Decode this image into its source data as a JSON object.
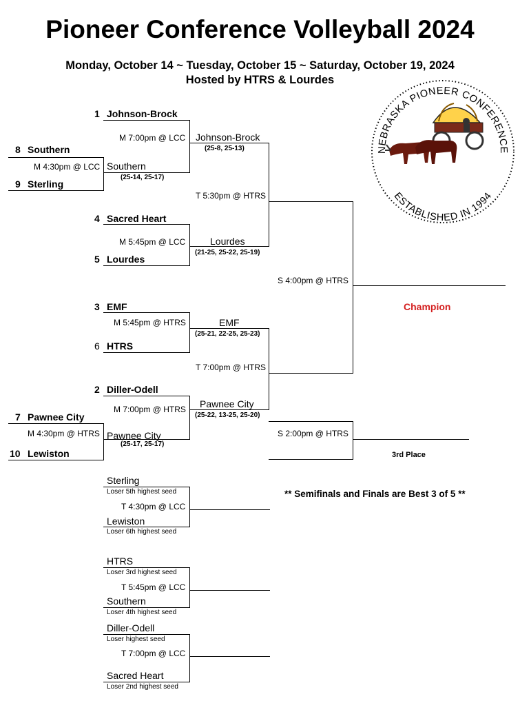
{
  "header": {
    "title": "Pioneer Conference Volleyball 2024",
    "dates": "Monday, October 14 ~ Tuesday, October 15 ~ Saturday, October 19, 2024",
    "hosted": "Hosted by HTRS & Lourdes"
  },
  "logo": {
    "top_text": "NEBRASKA PIONEER CONFERENCE",
    "bottom_text": "ESTABLISHED IN 1994"
  },
  "seeds": {
    "s1": {
      "num": "1",
      "name": "Johnson-Brock"
    },
    "s8": {
      "num": "8",
      "name": "Southern"
    },
    "s9": {
      "num": "9",
      "name": "Sterling"
    },
    "s4": {
      "num": "4",
      "name": "Sacred Heart"
    },
    "s5": {
      "num": "5",
      "name": "Lourdes"
    },
    "s3": {
      "num": "3",
      "name": "EMF"
    },
    "s6": {
      "num": "6",
      "name": "HTRS"
    },
    "s2": {
      "num": "2",
      "name": "Diller-Odell"
    },
    "s7": {
      "num": "7",
      "name": "Pawnee City"
    },
    "s10": {
      "num": "10",
      "name": "Lewiston"
    }
  },
  "games": {
    "g_8_9": "M 4:30pm @ LCC",
    "g_1": "M 7:00pm @ LCC",
    "g_4_5": "M 5:45pm @ LCC",
    "g_3_6": "M 5:45pm @ HTRS",
    "g_2": "M 7:00pm @ HTRS",
    "g_7_10": "M 4:30pm @ HTRS",
    "semi_top": "T 5:30pm @ HTRS",
    "semi_bottom": "T 7:00pm @ HTRS",
    "final": "S 4:00pm @ HTRS",
    "third": "S 2:00pm @ HTRS"
  },
  "winners": {
    "w_8_9": {
      "name": "Southern",
      "score": "(25-14, 25-17)"
    },
    "w_1": {
      "name": "Johnson-Brock",
      "score": "(25-8, 25-13)"
    },
    "w_4_5": {
      "name": "Lourdes",
      "score": "(21-25, 25-22, 25-19)"
    },
    "w_3_6": {
      "name": "EMF",
      "score": "(25-21, 22-25, 25-23)"
    },
    "w_7_10": {
      "name": "Pawnee City",
      "score": "(25-17, 25-17)"
    },
    "w_2": {
      "name": "Pawnee City",
      "score": "(25-22, 13-25, 25-20)"
    }
  },
  "results": {
    "champion": "Champion",
    "third_place": "3rd Place",
    "note": "** Semifinals and Finals are Best 3 of 5 **"
  },
  "consolation": [
    {
      "team_a": "Sterling",
      "sub_a": "Loser 5th highest seed",
      "game": "T 4:30pm @ LCC",
      "team_b": "Lewiston",
      "sub_b": "Loser 6th highest seed"
    },
    {
      "team_a": "HTRS",
      "sub_a": "Loser 3rd highest seed",
      "game": "T 5:45pm @ LCC",
      "team_b": "Southern",
      "sub_b": "Loser 4th highest seed"
    },
    {
      "team_a": "Diller-Odell",
      "sub_a": "Loser highest seed",
      "game": "T 7:00pm @ LCC",
      "team_b": "Sacred Heart",
      "sub_b": "Loser 2nd highest seed"
    }
  ]
}
